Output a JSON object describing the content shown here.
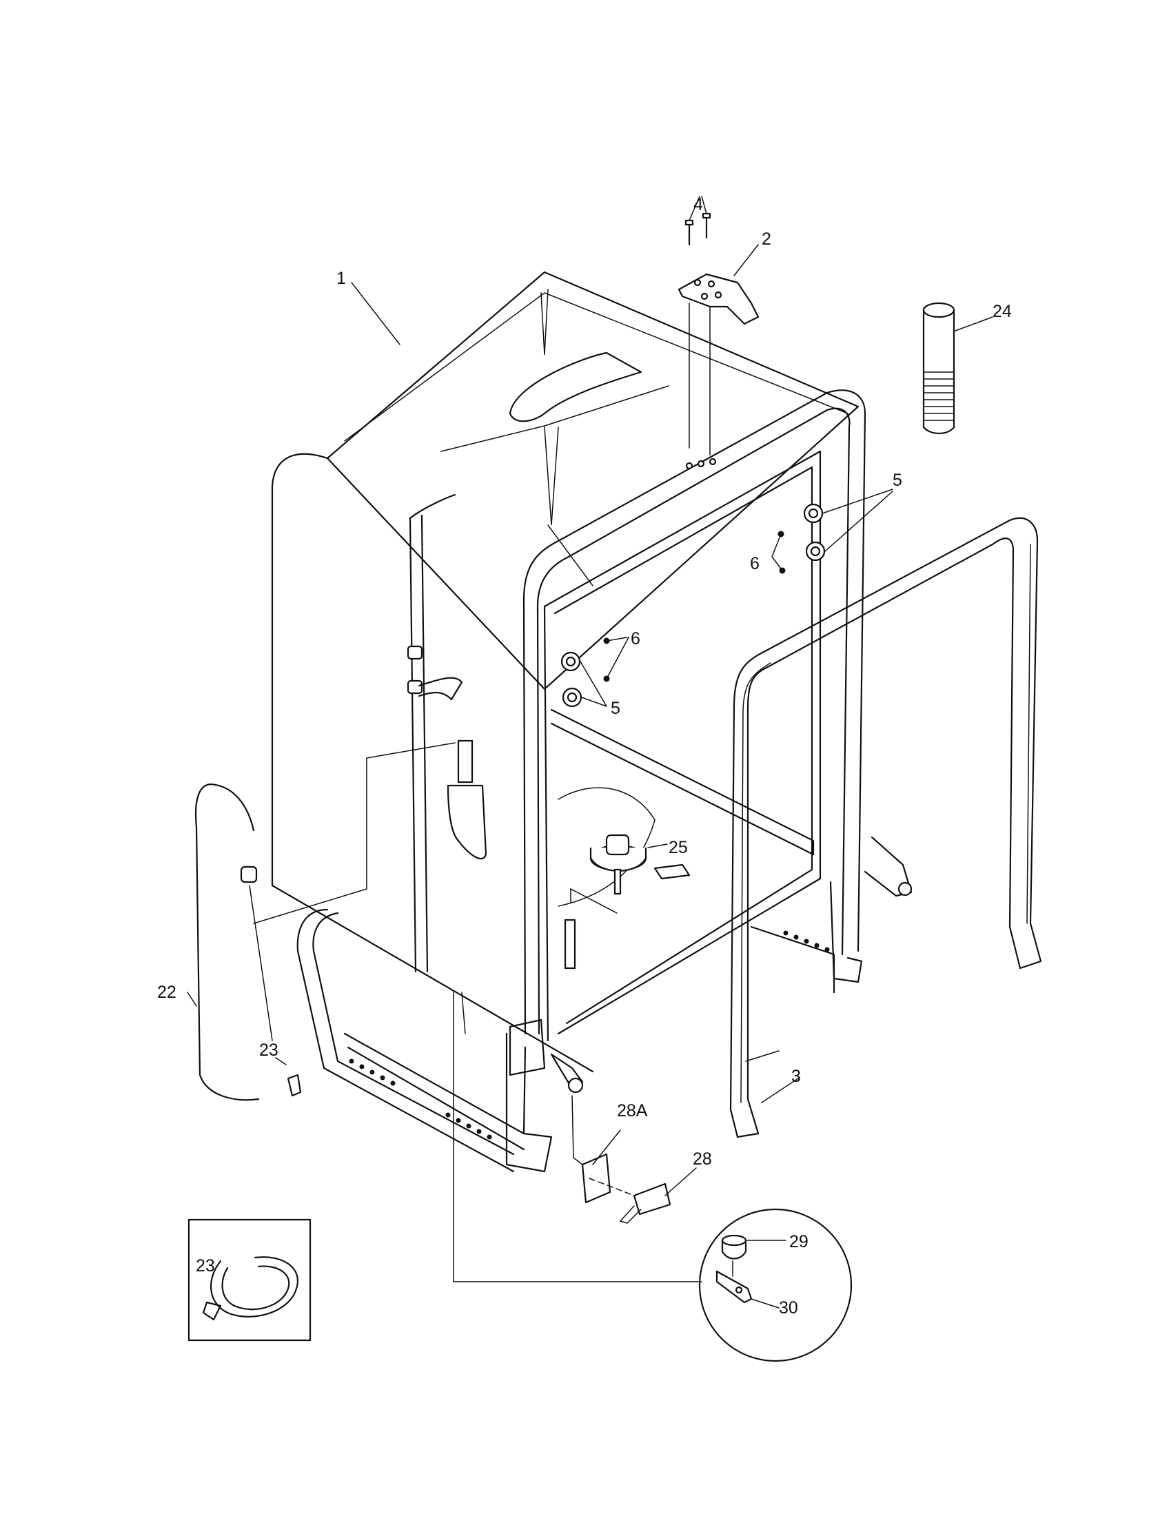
{
  "callouts": [
    {
      "id": "1",
      "text": "1"
    },
    {
      "id": "2",
      "text": "2"
    },
    {
      "id": "3",
      "text": "3"
    },
    {
      "id": "4",
      "text": "4"
    },
    {
      "id": "5a",
      "text": "5"
    },
    {
      "id": "5b",
      "text": "5"
    },
    {
      "id": "6a",
      "text": "6"
    },
    {
      "id": "6b",
      "text": "6"
    },
    {
      "id": "22",
      "text": "22"
    },
    {
      "id": "23a",
      "text": "23"
    },
    {
      "id": "23b",
      "text": "23"
    },
    {
      "id": "24",
      "text": "24"
    },
    {
      "id": "25",
      "text": "25"
    },
    {
      "id": "28",
      "text": "28"
    },
    {
      "id": "28A",
      "text": "28A"
    },
    {
      "id": "29",
      "text": "29"
    },
    {
      "id": "30",
      "text": "30"
    }
  ]
}
